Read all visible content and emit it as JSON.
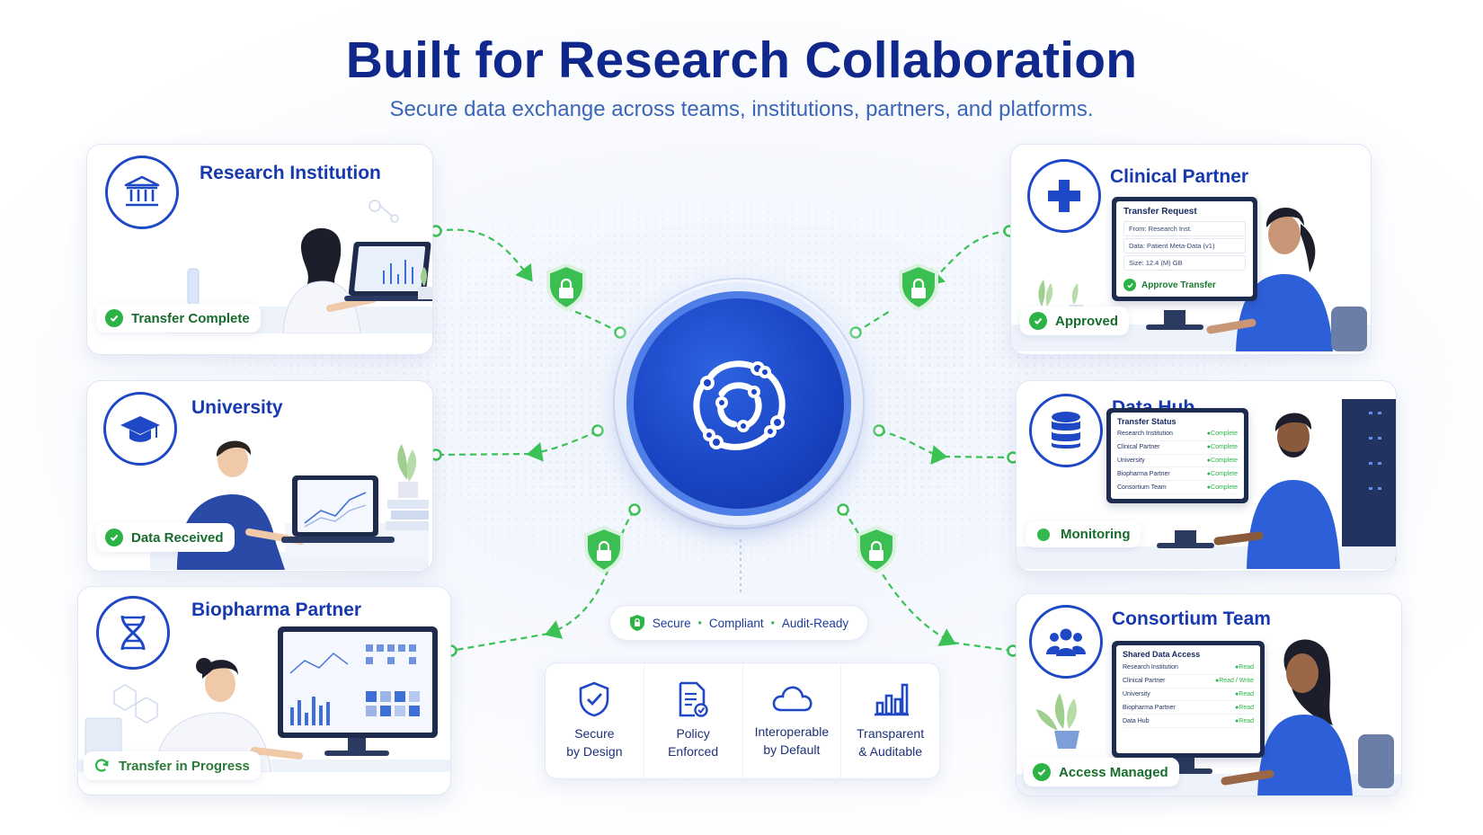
{
  "header": {
    "title": "Built for Research Collaboration",
    "subtitle": "Secure data exchange across teams, institutions, partners, and platforms."
  },
  "nodes": {
    "research_institution": {
      "title": "Research Institution",
      "status": "Transfer Complete",
      "icon": "institution-building-icon"
    },
    "university": {
      "title": "University",
      "status": "Data Received",
      "icon": "graduation-cap-icon"
    },
    "biopharma": {
      "title": "Biopharma Partner",
      "status": "Transfer in Progress",
      "icon": "dna-helix-icon"
    },
    "clinical": {
      "title": "Clinical Partner",
      "status": "Approved",
      "icon": "medical-cross-icon",
      "screen": {
        "title": "Transfer Request",
        "from": "From: Research Inst.",
        "data": "Data: Patient Meta-Data (v1)",
        "size": "Size: 12.4 (M) GB",
        "action": "Approve Transfer"
      }
    },
    "data_hub": {
      "title": "Data Hub",
      "status": "Monitoring",
      "icon": "database-icon",
      "screen": {
        "title": "Transfer Status",
        "rows": [
          {
            "name": "Research Institution",
            "state": "Complete"
          },
          {
            "name": "Clinical Partner",
            "state": "Complete"
          },
          {
            "name": "University",
            "state": "Complete"
          },
          {
            "name": "Biopharma Partner",
            "state": "Complete"
          },
          {
            "name": "Consortium Team",
            "state": "Complete"
          }
        ]
      }
    },
    "consortium": {
      "title": "Consortium Team",
      "status": "Access Managed",
      "icon": "team-people-icon",
      "screen": {
        "title": "Shared Data Access",
        "rows": [
          {
            "name": "Research Institution",
            "state": "Read"
          },
          {
            "name": "Clinical Partner",
            "state": "Read / Write"
          },
          {
            "name": "University",
            "state": "Read"
          },
          {
            "name": "Biopharma Partner",
            "state": "Read"
          },
          {
            "name": "Data Hub",
            "state": "Read"
          }
        ]
      }
    }
  },
  "badges": {
    "secure": "Secure",
    "compliant": "Compliant",
    "audit": "Audit-Ready",
    "separator": "•"
  },
  "features": [
    {
      "label": "Secure\nby Design",
      "icon": "shield-check-icon"
    },
    {
      "label": "Policy\nEnforced",
      "icon": "policy-document-icon"
    },
    {
      "label": "Interoperable\nby Default",
      "icon": "cloud-icon"
    },
    {
      "label": "Transparent\n& Auditable",
      "icon": "bar-chart-icon"
    }
  ],
  "colors": {
    "primary": "#1a45c4",
    "title": "#10288c",
    "success": "#2bb346",
    "link": "#3cc254"
  }
}
